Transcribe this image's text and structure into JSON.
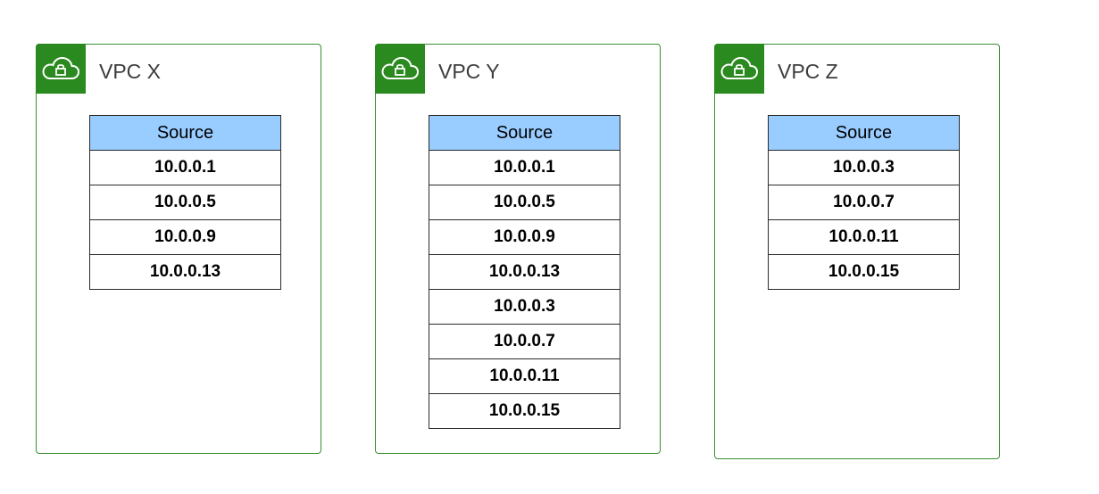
{
  "colors": {
    "vpc_border": "#3a8f32",
    "badge_fill": "#2b8a1f",
    "header_fill": "#99ccff"
  },
  "vpcs": [
    {
      "title": "VPC X",
      "icon": "cloud-lock-icon",
      "table": {
        "header": "Source",
        "rows": [
          "10.0.0.1",
          "10.0.0.5",
          "10.0.0.9",
          "10.0.0.13"
        ]
      }
    },
    {
      "title": "VPC Y",
      "icon": "cloud-lock-icon",
      "table": {
        "header": "Source",
        "rows": [
          "10.0.0.1",
          "10.0.0.5",
          "10.0.0.9",
          "10.0.0.13",
          "10.0.0.3",
          "10.0.0.7",
          "10.0.0.11",
          "10.0.0.15"
        ]
      }
    },
    {
      "title": "VPC Z",
      "icon": "cloud-lock-icon",
      "table": {
        "header": "Source",
        "rows": [
          "10.0.0.3",
          "10.0.0.7",
          "10.0.0.11",
          "10.0.0.15"
        ]
      }
    }
  ]
}
